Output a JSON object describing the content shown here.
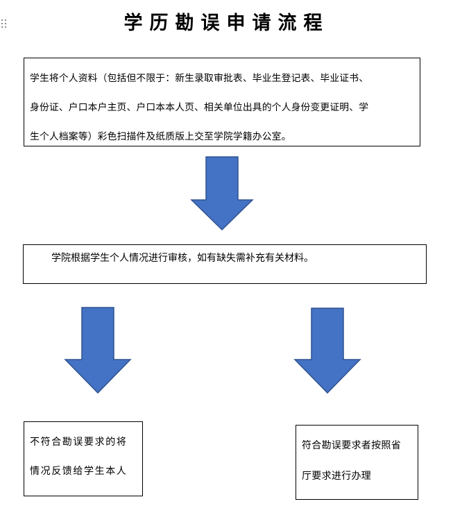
{
  "title": "学历勘误申请流程",
  "steps": {
    "submit": {
      "lines": [
        "学生将个人资料（包括但不限于：新生录取审批表、毕业生登记表、毕业证书、",
        "身份证、户口本户主页、户口本本人页、相关单位出具的个人身份变更证明、学",
        "生个人档案等）彩色扫描件及纸质版上交至学院学籍办公室。"
      ]
    },
    "review": {
      "lines": [
        "学院根据学生个人情况进行审核，如有缺失需补充有关材料。"
      ]
    },
    "reject": {
      "lines": [
        "不符合勘误要求的将",
        "情况反馈给学生本人"
      ]
    },
    "approve": {
      "lines": [
        "符合勘误要求者按照省",
        "厅要求进行办理"
      ]
    }
  },
  "colors": {
    "arrow_fill": "#4472C4",
    "arrow_stroke": "#2F528F",
    "box_border": "#000000",
    "text": "#000000"
  }
}
